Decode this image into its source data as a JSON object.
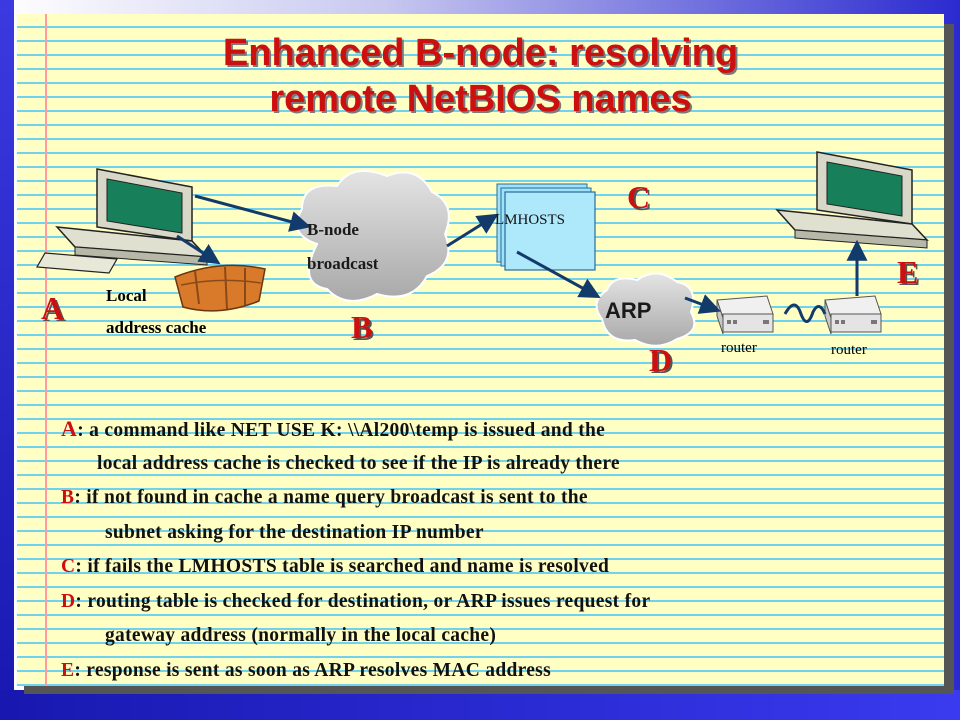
{
  "title_line1": "Enhanced B-node: resolving",
  "title_line2": "remote NetBIOS names",
  "diagram": {
    "label_a": "A",
    "label_b": "B",
    "label_c": "C",
    "label_d": "D",
    "label_e": "E",
    "local_cache_line1": "Local",
    "local_cache_line2": "address cache",
    "bnode_line1": "B-node",
    "bnode_line2": "broadcast",
    "lmhosts": "LMHOSTS",
    "arp": "ARP",
    "router1": "router",
    "router2": "router"
  },
  "colors": {
    "title": "#cc1010",
    "background": "#ffffc4",
    "rule_lines": "#6fd3f0",
    "arrow": "#123a6a"
  },
  "icons": [
    "computer-icon",
    "boat-icon",
    "cloud-icon",
    "document-stack-icon",
    "router-icon"
  ],
  "steps": {
    "a_key": "A",
    "a_line1": ": a command like NET USE K:  \\\\Al200\\temp is issued and  the",
    "a_line2": "local address cache is checked to see if the IP is already there",
    "b_key": "B",
    "b_line1": ":  if not found in cache a name query broadcast is sent to the",
    "b_line2": "subnet asking for the destination IP number",
    "c_key": "C",
    "c_line1": ":  if fails  the LMHOSTS table is searched and name is resolved",
    "d_key": "D",
    "d_line1": ":  routing table is checked for destination,  or ARP issues request for",
    "d_line2": "gateway address (normally in the local cache)",
    "e_key": "E",
    "e_line1": ":  response is sent  as soon as ARP resolves MAC address"
  }
}
